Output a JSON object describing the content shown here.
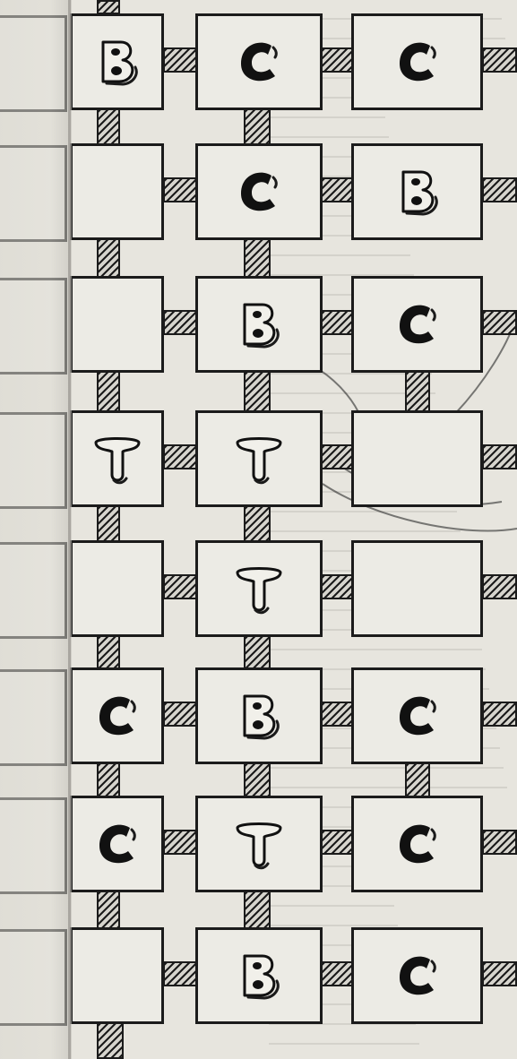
{
  "grid": {
    "columns": 3,
    "rows": [
      [
        "B",
        "C",
        "C"
      ],
      [
        "",
        "C",
        "B"
      ],
      [
        "",
        "B",
        "C"
      ],
      [
        "T",
        "T",
        ""
      ],
      [
        "",
        "T",
        ""
      ],
      [
        "C",
        "B",
        "C"
      ],
      [
        "C",
        "T",
        "C"
      ],
      [
        "",
        "B",
        "C"
      ]
    ],
    "legend": {
      "B": "b-letter-icon",
      "C": "c-letter-icon",
      "T": "t-letter-icon"
    },
    "connector_style": "hatched"
  }
}
